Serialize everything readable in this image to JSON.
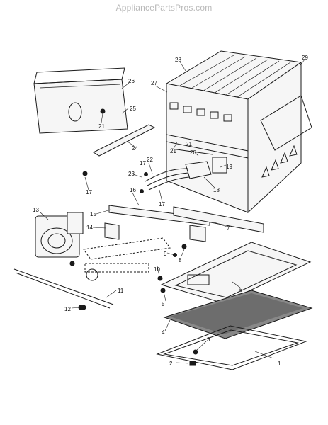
{
  "watermark": "AppliancePartsPros.com",
  "callouts": [
    "1",
    "2",
    "3",
    "4",
    "5",
    "6",
    "7",
    "8",
    "9",
    "10",
    "11",
    "12",
    "13",
    "14",
    "15",
    "16",
    "17",
    "17",
    "17",
    "18",
    "19",
    "20",
    "21",
    "21",
    "21",
    "22",
    "23",
    "24",
    "25",
    "26",
    "27",
    "28",
    "29"
  ]
}
